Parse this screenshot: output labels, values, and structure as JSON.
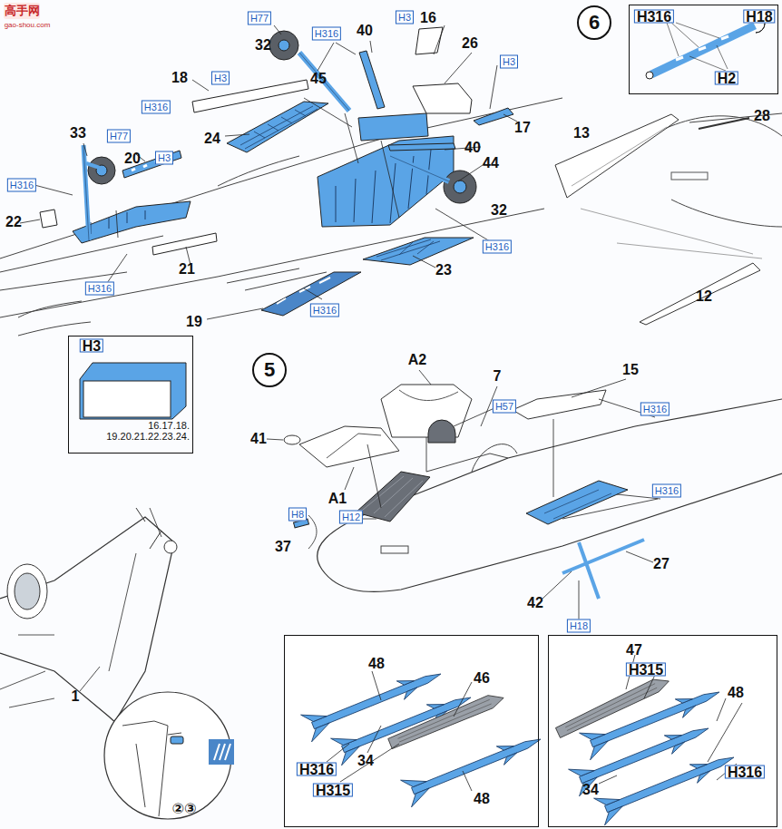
{
  "diagram": {
    "nodes": [
      {
        "text": [
          "H316",
          "H18",
          "H2"
        ]
      },
      {
        "text": [
          "6"
        ]
      },
      {
        "text": [
          "H3",
          "16.17.18. 19.20.21.22.23.24."
        ]
      },
      {
        "text": [
          "5"
        ]
      },
      {
        "text": [
          "48",
          "46",
          "H316",
          "34",
          "H315",
          "48"
        ]
      },
      {
        "text": [
          "47",
          "H315",
          "48",
          "H316",
          "34"
        ]
      }
    ],
    "labels": [
      "高手网",
      "gao-shou.com",
      "H77",
      "32",
      "H316",
      "40",
      "H3",
      "16",
      "26",
      "H3",
      "17",
      "18",
      "H3",
      "H316",
      "45",
      "24",
      "33",
      "H77",
      "20",
      "H3",
      "H316",
      "40",
      "44",
      "32",
      "H316",
      "22",
      "21",
      "23",
      "H316",
      "19",
      "H316",
      "28",
      "13",
      "12",
      "A2",
      "7",
      "15",
      "H316",
      "41",
      "A1",
      "H57",
      "H316",
      "H8",
      "H12",
      "37",
      "42",
      "27",
      "H18",
      "1",
      "②③"
    ]
  }
}
